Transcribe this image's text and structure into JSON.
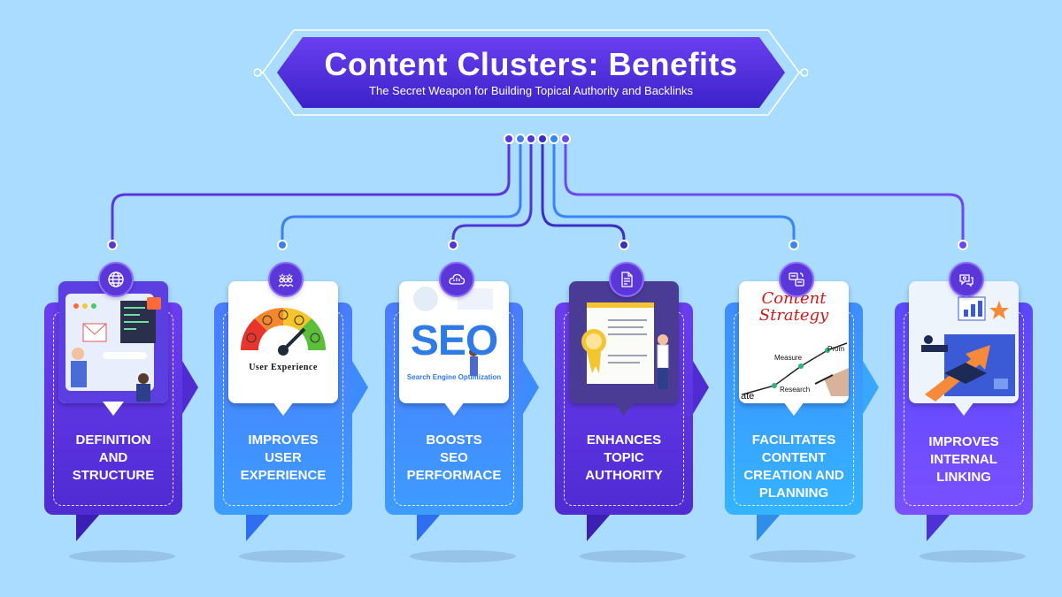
{
  "header": {
    "title": "Content Clusters: Benefits",
    "subtitle": "The Secret Weapon for Building Topical Authority and Backlinks"
  },
  "cards": [
    {
      "label": "DEFINITION\nAND\nSTRUCTURE",
      "icon": "globe-icon",
      "image": "website-layout-illustration",
      "color": "#4f2bd2"
    },
    {
      "label": "IMPROVES\nUSER\nEXPERIENCE",
      "icon": "users-rating-icon",
      "image": "user-experience-gauge",
      "image_text": "User Experience",
      "color": "#3d8cff"
    },
    {
      "label": "BOOSTS\nSEO\nPERFORMACE",
      "icon": "cloud-seo-icon",
      "image": "seo-illustration",
      "image_text": "SEO",
      "image_subtext": "Search Engine Optimization",
      "color": "#3d8cff"
    },
    {
      "label": "ENHANCES\nTOPIC\nAUTHORITY",
      "icon": "document-icon",
      "image": "certificate-illustration",
      "color": "#4f2bd2"
    },
    {
      "label": "FACILITATES\nCONTENT\nCREATION AND\nPLANNING",
      "icon": "strategy-icon",
      "image": "content-strategy-chart",
      "image_text": "Content Strategy",
      "image_words": [
        "Measure",
        "Prom",
        "Research",
        "ate"
      ],
      "color": "#3aa7ff"
    },
    {
      "label": "IMPROVES\nINTERNAL\nLINKING",
      "icon": "chat-link-icon",
      "image": "growth-illustration",
      "color": "#6a4cff"
    }
  ]
}
